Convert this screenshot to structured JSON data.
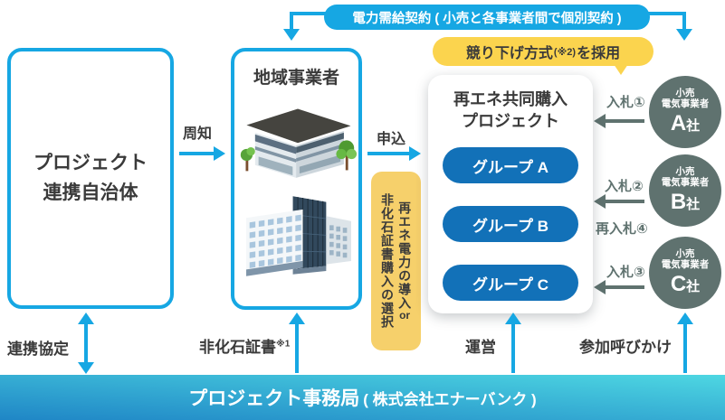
{
  "palette": {
    "cyan": "#16a7e3",
    "dark_text": "#3a3a3a",
    "group_blue": "#1271b8",
    "retailer_gray": "#5f726f",
    "callout_yellow": "#fbd44e",
    "selection_yellow": "#f6d06b",
    "bar_gradient_left": "#1f86c6",
    "bar_gradient_right": "#4ed7e2"
  },
  "top_banner": {
    "label": "電力需給契約 ( 小売と各事業者間で個別契約 )"
  },
  "callout": {
    "prefix": "競り下げ方式",
    "note": "(※2)",
    "suffix": "を採用"
  },
  "left_box": {
    "title_line1": "プロジェクト",
    "title_line2": "連携自治体"
  },
  "middle_box": {
    "title": "地域事業者"
  },
  "selection_box": {
    "line1": "再エネ電力の導入",
    "or_label": "or",
    "line2": "非化石証書購入の選択"
  },
  "white_box": {
    "title_line1": "再エネ共同購入",
    "title_line2": "プロジェクト",
    "groups": [
      "グループ A",
      "グループ B",
      "グループ C"
    ]
  },
  "retailers": [
    {
      "line1": "小売",
      "line2": "電気事業者",
      "company_letter": "A",
      "company_suffix": "社"
    },
    {
      "line1": "小売",
      "line2": "電気事業者",
      "company_letter": "B",
      "company_suffix": "社"
    },
    {
      "line1": "小売",
      "line2": "電気事業者",
      "company_letter": "C",
      "company_suffix": "社"
    }
  ],
  "labels": {
    "notify": "周知",
    "apply": "申込",
    "bid1": "入札①",
    "bid2": "入札②",
    "rebid4": "再入札④",
    "bid3": "入札③",
    "partnership": "連携協定",
    "non_fossil": "非化石証書",
    "non_fossil_note": "※1",
    "operation": "運営",
    "participation": "参加呼びかけ"
  },
  "bottom_bar": {
    "title": "プロジェクト事務局",
    "subtitle": "( 株式会社エナーバンク )"
  }
}
